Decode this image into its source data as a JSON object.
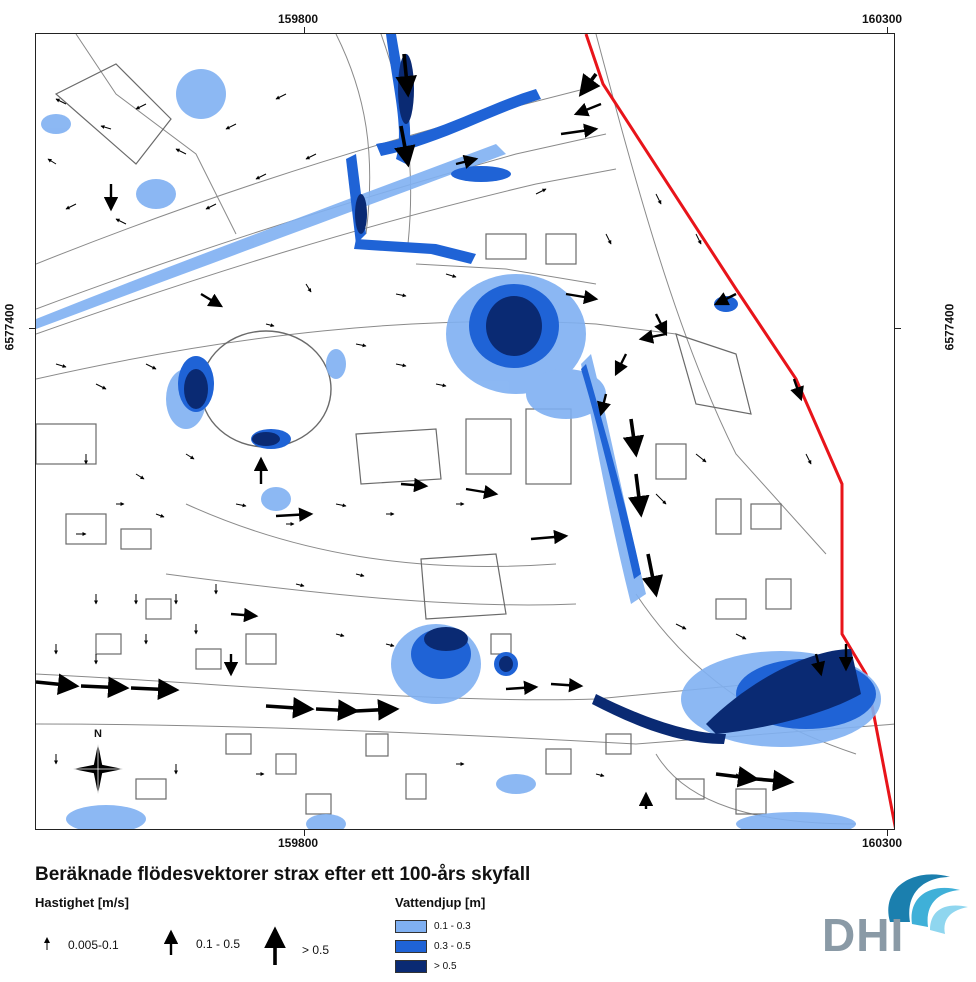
{
  "coords": {
    "top": [
      "159800",
      "160300"
    ],
    "bottom": [
      "159800",
      "160300"
    ],
    "left": "6577400",
    "right": "6577400"
  },
  "title": "Beräknade flödesvektorer strax efter ett 100-års skyfall",
  "legend": {
    "velocity": {
      "heading": "Hastighet [m/s]",
      "classes": [
        "0.005-0.1",
        "0.1 - 0.5",
        "> 0.5"
      ]
    },
    "depth": {
      "heading": "Vattendjup [m]",
      "classes": [
        {
          "label": "0.1 - 0.3",
          "color": "#7fb0f2"
        },
        {
          "label": "0.3 - 0.5",
          "color": "#1f63d6"
        },
        {
          "label": "> 0.5",
          "color": "#0a2a73"
        }
      ]
    }
  },
  "logo": {
    "text": "DHI",
    "color": "#8a9aa6",
    "wave_colors": [
      "#1b7fae",
      "#3fb0d8",
      "#8fd6ef"
    ]
  },
  "boundary_color": "#e8141a",
  "north_arrow": {
    "label": "N"
  }
}
